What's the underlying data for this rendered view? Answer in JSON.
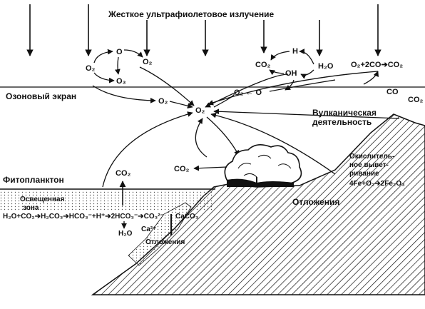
{
  "labels": {
    "uv": "Жесткое ультрафиолетовое излучение",
    "ozone_screen": "Озоновый экран",
    "volcanic": [
      "Вулканическая",
      "деятельность"
    ],
    "phytoplankton": "Фитопланктон",
    "lit_zone": [
      "Освещенная",
      "зона"
    ],
    "deposits_right": "Отложения",
    "deposits_left": "Отложения",
    "oxidative": [
      "Окислитель-",
      "ное вывет-",
      "ривание"
    ]
  },
  "chem": {
    "o": "O",
    "o2": "O₂",
    "o3": "O₃",
    "co2": "CO₂",
    "co": "CO",
    "h": "H",
    "h2o": "H₂O",
    "oh": "OH",
    "reaction_co": "O₂+2CO➔CO₂",
    "reaction_o2o": "O₂ ← O",
    "reaction_carbonate": "H₂O+CO₂➔H₂CO₃➔HCO₃⁻+H⁺➔2HCO₃⁻➔CO₃²⁻",
    "caco3": "CaCO₃",
    "ca": "Ca²⁺",
    "reaction_fe": "4Fe+O₂➔2Fe₂O₃"
  }
}
